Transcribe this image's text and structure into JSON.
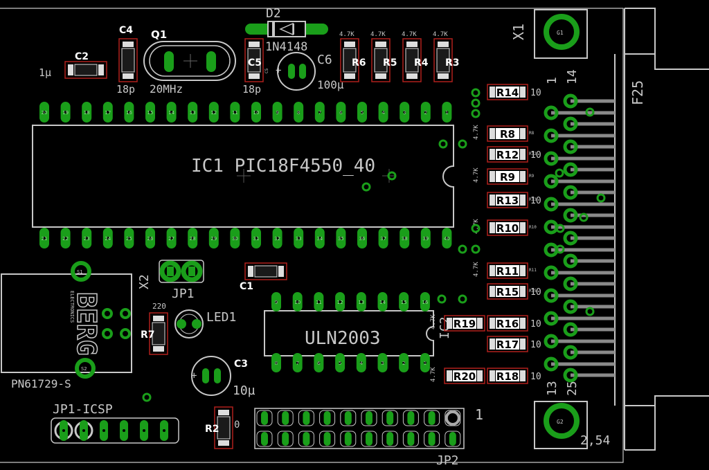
{
  "colors": {
    "background": "#000000",
    "silkscreen": "#c8c8c8",
    "pad": "#1a9e1a",
    "courtyard": "#b0201c",
    "label": "#ffffff"
  },
  "ic1": {
    "label": "IC1  PIC18F4550_40",
    "top_pins": [
      "20",
      "19",
      "18",
      "17",
      "16",
      "15",
      "14",
      "13",
      "12",
      "11",
      "10",
      "9",
      "8",
      "7",
      "6",
      "5",
      "4",
      "3",
      "2",
      "1"
    ],
    "bottom_pins": [
      "21",
      "22",
      "23",
      "24",
      "25",
      "26",
      "27",
      "28",
      "29",
      "30",
      "31",
      "32",
      "33",
      "34",
      "35",
      "36",
      "37",
      "38",
      "39",
      "40"
    ]
  },
  "ic2": {
    "ref": "IC2",
    "label": "ULN2003",
    "top_pins": [
      "9",
      "10",
      "11",
      "12",
      "13",
      "14",
      "15",
      "16"
    ],
    "bottom_pins": [
      "8",
      "7",
      "6",
      "5",
      "4",
      "3",
      "2",
      "1"
    ]
  },
  "parts": {
    "d2": {
      "ref": "D2",
      "value": "1N4148"
    },
    "x1": {
      "ref": "X1"
    },
    "x2": {
      "ref": "X2"
    },
    "g1": "G1",
    "g2": "G2",
    "c4": {
      "ref": "C4",
      "value": "18p"
    },
    "q1": {
      "ref": "Q1",
      "value": "20MHz"
    },
    "c2": {
      "ref": "C2",
      "value": "1µ"
    },
    "c5": {
      "ref": "C5",
      "value": "18p",
      "tiny": "C5"
    },
    "c6": {
      "ref": "C6",
      "value": "100µ"
    },
    "c1": {
      "ref": "C1"
    },
    "c3": {
      "ref": "C3",
      "value": "10µ"
    },
    "r6": {
      "ref": "R6",
      "value": "4.7K"
    },
    "r5": {
      "ref": "R5",
      "value": "4.7K"
    },
    "r4": {
      "ref": "R4",
      "value": "4.7K"
    },
    "r3": {
      "ref": "R3",
      "value": "4.7K"
    },
    "r7": {
      "ref": "R7",
      "value": "220"
    },
    "r2": {
      "ref": "R2",
      "value": "0"
    },
    "led1": {
      "ref": "LED1"
    },
    "jp1": {
      "ref": "JP1"
    },
    "jp2": {
      "ref": "JP2",
      "pin_one": "1"
    },
    "icsp": {
      "ref": "JP1-ICSP"
    },
    "usb": {
      "ref": "PN61729-S",
      "brand": "BERG",
      "sub": "ELECTRONICS",
      "s1": "S1",
      "s2": "S2"
    },
    "f25": {
      "ref": "F25",
      "pin_1": "1",
      "pin_14": "14",
      "pin_13": "13",
      "pin_25": "25",
      "pitch": "2,54"
    }
  },
  "resistor_bank": [
    {
      "ref": "R14",
      "value": "10"
    },
    {
      "ref": "R8",
      "value": "4.7K",
      "small": "R8"
    },
    {
      "ref": "R12",
      "value": "10",
      "small": "R12"
    },
    {
      "ref": "R9",
      "value": "4.7K",
      "small": "R9"
    },
    {
      "ref": "R13",
      "value": "10",
      "small": "R13"
    },
    {
      "ref": "R10",
      "value": "4.7K",
      "small": "R10"
    },
    {
      "ref": "R11",
      "value": "4.7K",
      "small": "R11"
    },
    {
      "ref": "R15",
      "value": "10",
      "small": "R15"
    },
    {
      "ref": "R19",
      "value": "4.7K"
    },
    {
      "ref": "R16",
      "value": "10"
    },
    {
      "ref": "R17",
      "value": "10"
    },
    {
      "ref": "R20",
      "value": "4.7K"
    },
    {
      "ref": "R18",
      "value": "10"
    }
  ]
}
